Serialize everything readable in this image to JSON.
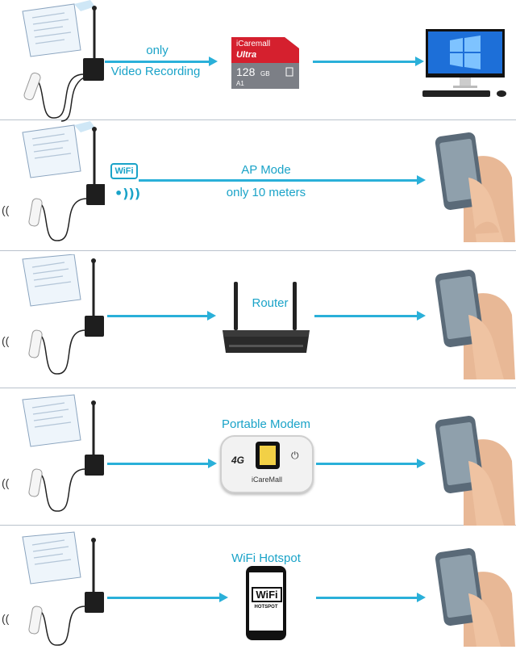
{
  "rows": [
    {
      "top_label": "only",
      "bottom_label": "Video Recording"
    },
    {
      "top_label": "AP Mode",
      "bottom_label": "only 10 meters",
      "wifi_badge": "WiFi"
    },
    {
      "top_label": "Router"
    },
    {
      "top_label": "Portable Modem"
    },
    {
      "top_label": "WiFi Hotspot"
    }
  ],
  "sd_card": {
    "brand": "iCaremall",
    "series": "Ultra",
    "capacity": "128",
    "unit": "GB",
    "class_marks": "A1"
  },
  "modem": {
    "badge": "4G",
    "brand": "iCareMall"
  },
  "hotspot_phone": {
    "wifi_text": "WiFi",
    "hotspot_text": "HOTSPOT"
  },
  "colors": {
    "accent": "#1aa3c8",
    "arrow": "#2ab0d9",
    "separator": "#b9c2cc"
  }
}
